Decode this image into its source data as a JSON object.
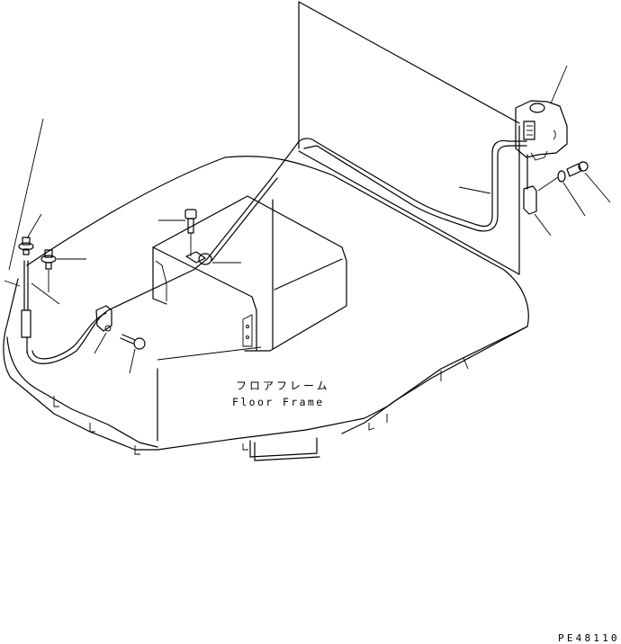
{
  "diagram": {
    "type": "exploded parts illustration",
    "component_label_jp": "フロアフレーム",
    "component_label_en": "Floor Frame",
    "figure_code": "PE48110",
    "parts": [
      {
        "name": "washer tank",
        "position": "upper-right"
      },
      {
        "name": "bolt",
        "position": "right, beside tank bracket"
      },
      {
        "name": "washer",
        "position": "right, beside tank bracket"
      },
      {
        "name": "bracket",
        "position": "right, under tank"
      },
      {
        "name": "hose",
        "position": "right, from tank down to frame"
      },
      {
        "name": "bolt",
        "position": "center, above clamp"
      },
      {
        "name": "clamp",
        "position": "center, on hose over box"
      },
      {
        "name": "grommet",
        "position": "left, upper"
      },
      {
        "name": "grommet",
        "position": "left, lower"
      },
      {
        "name": "clamp",
        "position": "left, on hose"
      },
      {
        "name": "bolt",
        "position": "left, below clamp"
      }
    ],
    "leader_line_count": 12,
    "stroke_color": "#000000",
    "background_color": "#ffffff"
  }
}
